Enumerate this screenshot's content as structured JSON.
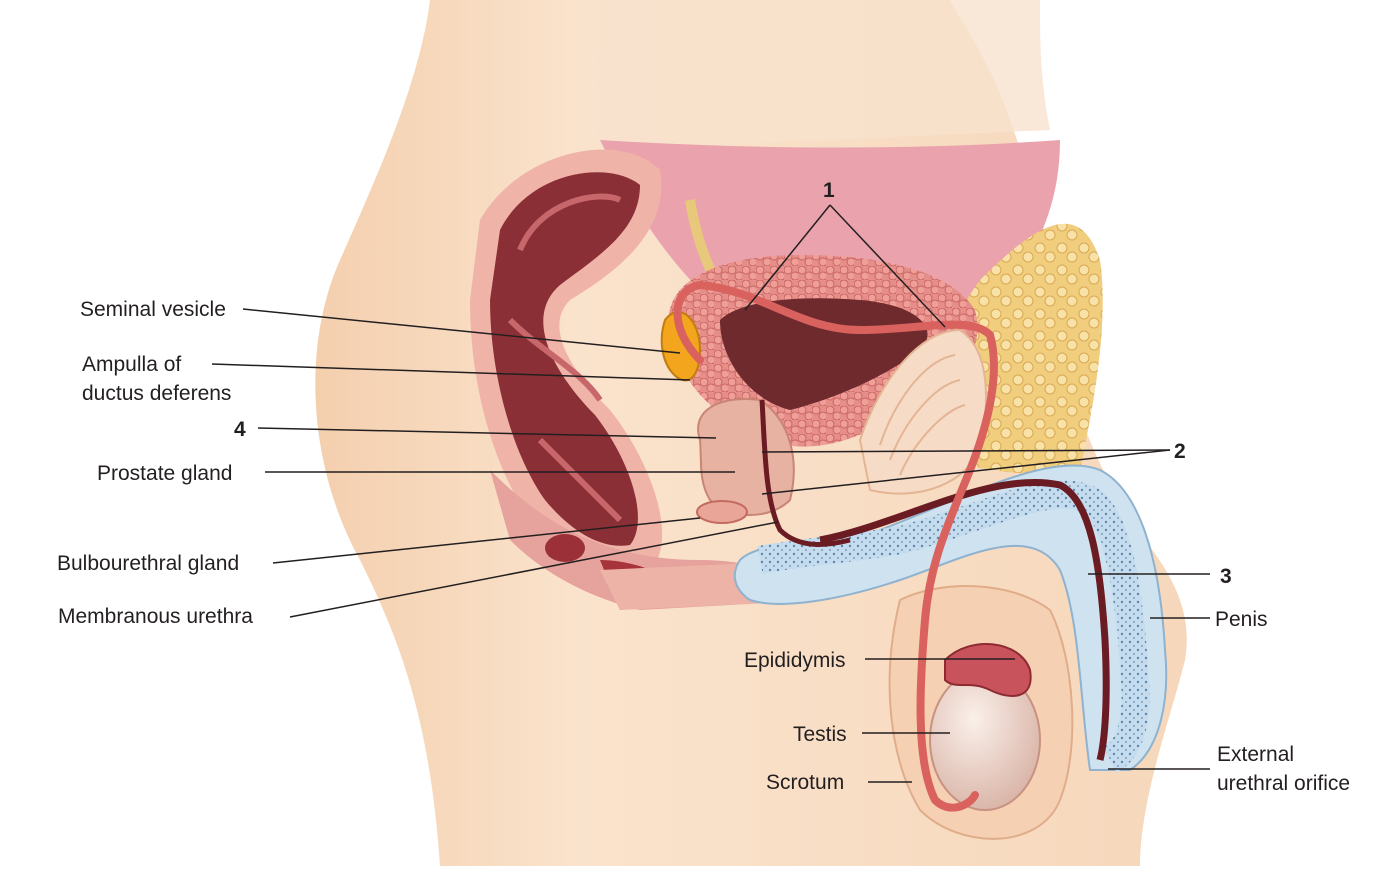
{
  "labels": {
    "seminal_vesicle": "Seminal vesicle",
    "ampulla_line1": "Ampulla of",
    "ampulla_line2": "ductus deferens",
    "num4": "4",
    "prostate": "Prostate gland",
    "bulbourethral": "Bulbourethral gland",
    "membranous": "Membranous urethra",
    "num1": "1",
    "num2": "2",
    "num3": "3",
    "penis": "Penis",
    "epididymis": "Epididymis",
    "testis": "Testis",
    "scrotum": "Scrotum",
    "orifice_line1": "External",
    "orifice_line2": "urethral orifice"
  },
  "colors": {
    "skin": "#f8dcc2",
    "skin_shadow": "#eebf9c",
    "cavity": "#ecaab4",
    "rectum": "#8a2e34",
    "muscle": "#e58a86",
    "fat": "#f3d48a",
    "ductus": "#d9625e",
    "corpus": "#bcd6ea",
    "urethra": "#6b1b22",
    "testis": "#f0d6cc",
    "vesicle": "#f2a51d"
  }
}
